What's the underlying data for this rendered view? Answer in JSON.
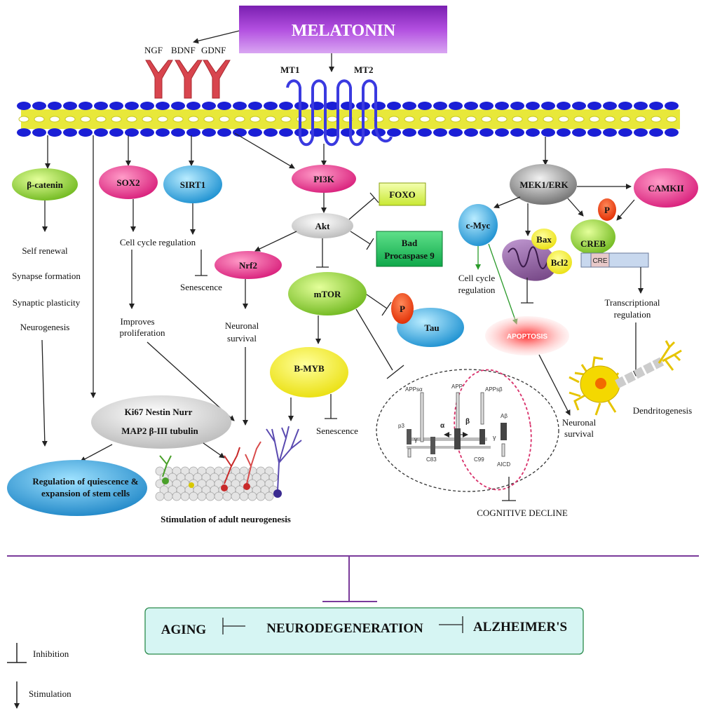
{
  "title": "MELATONIN",
  "growth_factors": [
    "NGF",
    "BDNF",
    "GDNF"
  ],
  "receptors": [
    "MT1",
    "MT2"
  ],
  "nodes": {
    "beta_catenin": "β-catenin",
    "sox2": "SOX2",
    "sirt1": "SIRT1",
    "pi3k": "PI3K",
    "foxo": "FOXO",
    "akt": "Akt",
    "bad": "Bad",
    "procaspase9": "Procaspase 9",
    "nrf2": "Nrf2",
    "mtor": "mTOR",
    "p": "P",
    "tau": "Tau",
    "bmyb": "B-MYB",
    "mek_erk": "MEK1/ERK",
    "camkii": "CAMKII",
    "cmyc": "c-Myc",
    "creb": "CREB",
    "bax": "Bax",
    "bcl2": "Bcl2",
    "cre": "CRE",
    "apoptosis": "APOPTOSIS",
    "markers_line1": "Ki67  Nestin  Nurr",
    "markers_line2": "MAP2  β-III tubulin",
    "stem_cells_line1": "Regulation of quiescence &",
    "stem_cells_line2": "expansion of stem cells"
  },
  "labels": {
    "self_renewal": "Self renewal",
    "synapse_formation": "Synapse formation",
    "synaptic_plasticity": "Synaptic plasticity",
    "neurogenesis": "Neurogenesis",
    "cell_cycle_regulation": "Cell  cycle regulation",
    "senescence_sirt": "Senescence",
    "improves": "Improves",
    "proliferation": "proliferation",
    "neuronal": "Neuronal",
    "survival": "survival",
    "senescence_bmyb": "Senescence",
    "cell_cycle_1": "Cell cycle",
    "cell_cycle_2": "regulation",
    "transcriptional_1": "Transcriptional",
    "transcriptional_2": "regulation",
    "dendritogenesis": "Dendritogenesis",
    "neuronal_survival_1": "Neuronal",
    "neuronal_survival_2": "survival",
    "stimulation_neurogenesis": "Stimulation of adult neurogenesis",
    "cognitive_decline": "COGNITIVE DECLINE"
  },
  "app": {
    "apps_alpha": "APPsα",
    "app": "APP",
    "apps_beta": "APPsβ",
    "p3": "p3",
    "abeta": "Aβ",
    "alpha": "α",
    "beta": "β",
    "gamma1": "γ",
    "gamma2": "γ",
    "c83": "C83",
    "c99": "C99",
    "aicd": "AICD"
  },
  "bottom": {
    "aging": "AGING",
    "neurodegeneration": "NEURODEGENERATION",
    "alzheimers": "ALZHEIMER'S"
  },
  "legend": {
    "inhibition": "Inhibition",
    "stimulation": "Stimulation"
  },
  "colors": {
    "melatonin_purple": "#9b2fc9",
    "membrane_blue": "#1b1fd6",
    "membrane_yellow": "#e8e83a",
    "pink": "#e2388a",
    "blue_node": "#2aa6e0",
    "green_node": "#8fd43a",
    "yellow_node": "#f2ec1a",
    "bottom_box": "#d6f5f3",
    "divider": "#7a3a9a"
  }
}
